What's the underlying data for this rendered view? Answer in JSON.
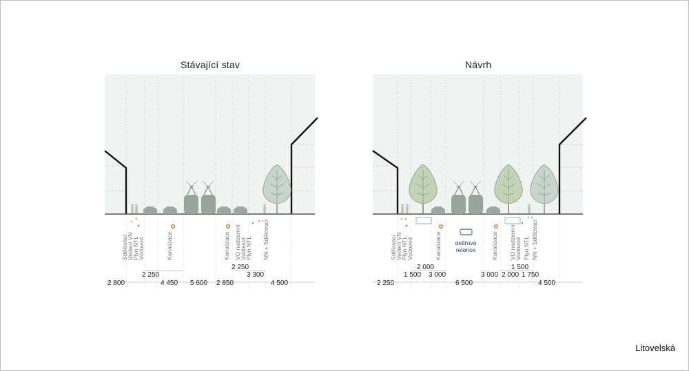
{
  "page": {
    "label": "Litovelská"
  },
  "sections": [
    {
      "id": "existing",
      "title": "Stávající stav",
      "utilities_left": [
        "Sdělovací",
        "Vedení VN",
        "Plyn NTL",
        "Vodovod"
      ],
      "sewer_left": "Kanalizace",
      "sewer_right": "Kanalizace",
      "utilities_right": [
        "VO nadzemní",
        "Vodovod",
        "Plyn NTL",
        "NN + Sdělovací"
      ],
      "dim_row1": [
        "2 250"
      ],
      "dim_row2": [
        "2 250"
      ],
      "dim_row3": [
        "2 800",
        "4 450",
        "5 600",
        "2 850",
        "3 300",
        "4 500"
      ]
    },
    {
      "id": "proposal",
      "title": "Návrh",
      "utilities_left": [
        "Sdělovací",
        "Vedení VN",
        "Plyn NTL",
        "Vodovod"
      ],
      "sewer_left": "Kanalizace",
      "retention_label": [
        "dešťová",
        "retence"
      ],
      "sewer_right": "Kanalizace",
      "utilities_right": [
        "VO nadzemní",
        "Vodovod",
        "Plyn NTL",
        "NN + Sdělovací"
      ],
      "dim_row1": [
        "2 000",
        "1 500"
      ],
      "dim_row2": [
        "1 500",
        "3 000",
        "3 000",
        "2 000",
        "1 750"
      ],
      "dim_row3": [
        "2 250",
        "6 500",
        "4 500"
      ]
    }
  ],
  "colors": {
    "sky": "#f1f3f2",
    "building": "#111111",
    "tree_canopy": "#c9d4cc",
    "tree_canopy_new": "#bfcfb2",
    "vehicle": "#97a59c",
    "ground": "#555555",
    "guide": "#c9c9c9",
    "retention": "#2b3a7a"
  }
}
